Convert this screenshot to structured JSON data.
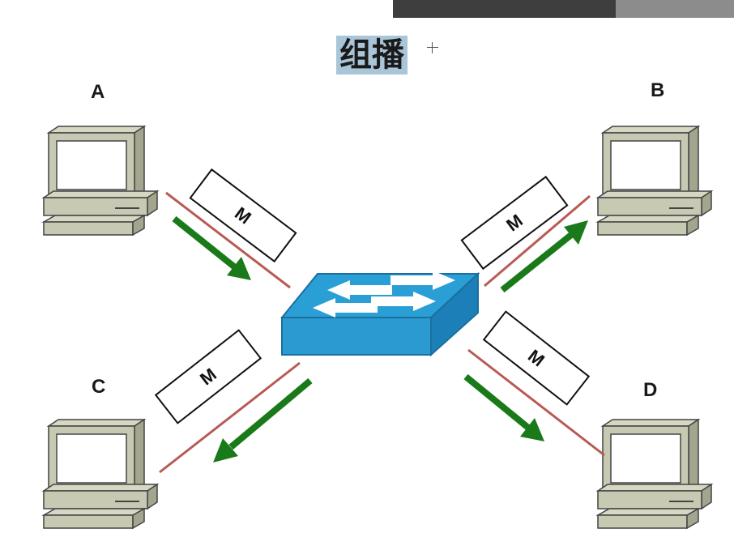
{
  "title": "组播",
  "nodes": {
    "a": "A",
    "b": "B",
    "c": "C",
    "d": "D"
  },
  "packet_label": "M",
  "colors": {
    "title_highlight": "#a9c6d9",
    "arrow": "#1a7a1a",
    "link_line": "#b85a55",
    "switch": "#2a9fd6"
  },
  "icons": [
    "computer-icon",
    "switch-icon"
  ]
}
